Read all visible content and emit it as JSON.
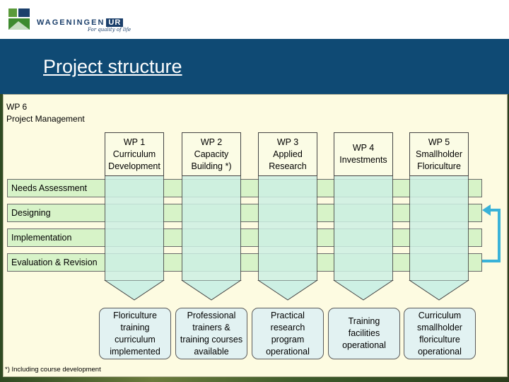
{
  "header": {
    "logo_text": "WAGENINGEN",
    "logo_ur": "UR",
    "logo_tagline": "For quality of life",
    "title": "Project structure"
  },
  "diagram": {
    "wp6": {
      "line1": "WP 6",
      "line2": "Project Management"
    },
    "work_packages": [
      {
        "label": "WP 1\nCurriculum\nDevelopment"
      },
      {
        "label": "WP 2\nCapacity\nBuilding *)"
      },
      {
        "label": "WP 3\nApplied\nResearch"
      },
      {
        "label": "WP 4\nInvestments"
      },
      {
        "label": "WP 5\nSmallholder\nFloriculture"
      }
    ],
    "phases": [
      {
        "label": "Needs Assessment"
      },
      {
        "label": "Designing"
      },
      {
        "label": "Implementation"
      },
      {
        "label": "Evaluation & Revision"
      }
    ],
    "outcomes": [
      {
        "label": "Floriculture\ntraining\ncurriculum\nimplemented"
      },
      {
        "label": "Professional\ntrainers  &\ntraining courses\navailable"
      },
      {
        "label": "Practical\nresearch\nprogram\noperational"
      },
      {
        "label": "Training\nfacilities\noperational"
      },
      {
        "label": "Curriculum\nsmallholder\nfloriculture\noperational"
      }
    ],
    "footnote": "*) Including course development",
    "colors": {
      "title_band": "#0f4a74",
      "panel": "#fdfbe1",
      "phase_row": "#d7f3c8",
      "column_body": "#cdf0e4",
      "loop_arrow": "#39b2d8"
    }
  }
}
